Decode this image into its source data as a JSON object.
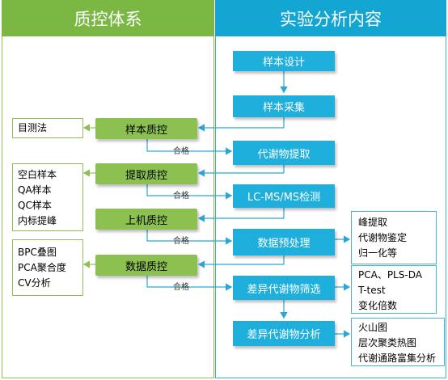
{
  "headers": {
    "left": "质控体系",
    "right": "实验分析内容"
  },
  "pass_label": "合格",
  "right_steps": [
    "样本设计",
    "样本采集",
    "代谢物提取",
    "LC-MS/MS检测",
    "数据预处理",
    "差异代谢物筛选",
    "差异代谢物分析"
  ],
  "qc_steps": [
    "样本质控",
    "提取质控",
    "上机质控",
    "数据质控"
  ],
  "qc_notes": [
    [
      "目测法"
    ],
    [
      "空白样本",
      "QA样本",
      "QC样本",
      "内标提峰"
    ],
    [
      "BPC叠图",
      "PCA聚合度",
      "CV分析"
    ]
  ],
  "analysis_notes": [
    [
      "峰提取",
      "代谢物鉴定",
      "归一化等"
    ],
    [
      "PCA、PLS-DA",
      "T-test",
      "变化倍数"
    ],
    [
      "火山图",
      "层次聚类热图",
      "代谢通路富集分析"
    ]
  ],
  "colors": {
    "green": "#8cc152",
    "blue": "#1fafdc",
    "line": "#2aa7d8"
  }
}
